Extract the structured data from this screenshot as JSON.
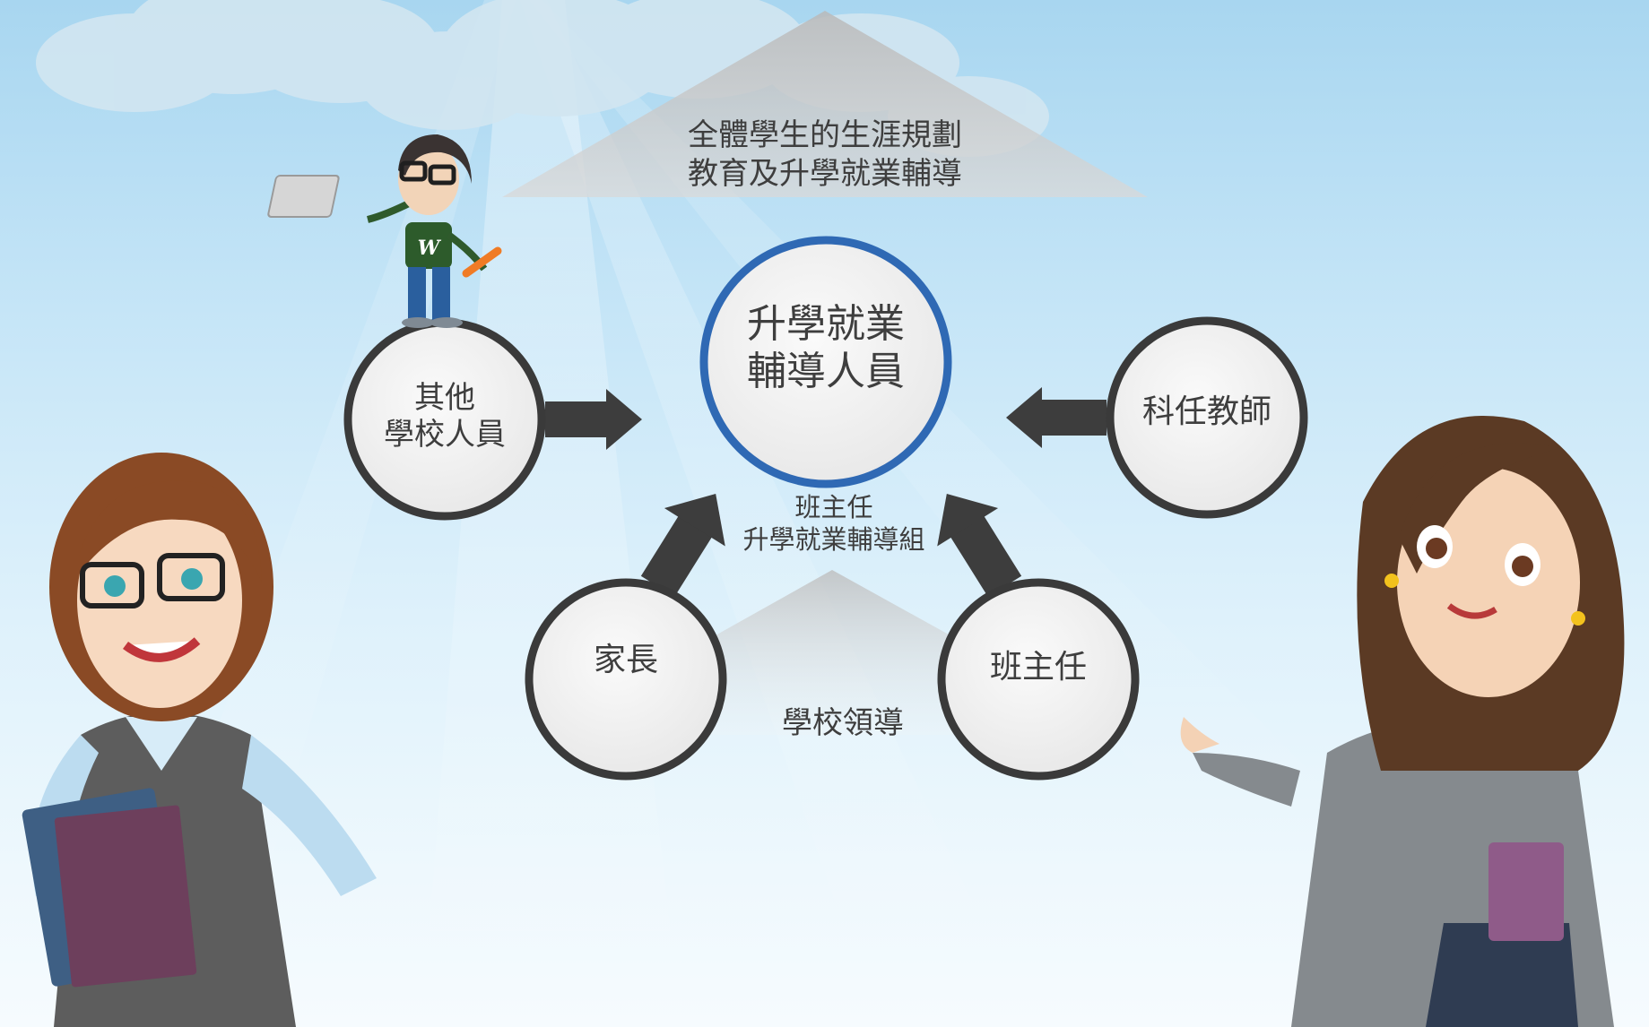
{
  "diagram": {
    "top_goal": "全體學生的生涯規劃\n教育及升學就業輔導",
    "center_node": "升學就業\n輔導人員",
    "center_caption": "班主任\n升學就業輔導組",
    "bottom_base": "學校領導",
    "nodes": {
      "other_staff": "其他\n學校人員",
      "subject_teacher": "科任教師",
      "parents": "家長",
      "class_teacher": "班主任"
    }
  },
  "colors": {
    "center_ring": "#2f69b4",
    "node_ring": "#3a3a3a",
    "node_fill": "#f1f1f1",
    "arrow": "#3d3d3d",
    "text": "#3e3e3e"
  },
  "illustration": {
    "student_figure": "student-with-laptop",
    "teacher_left": "teacher-with-glasses-holding-book",
    "teacher_right": "teacher-presenting-with-books",
    "shirt_logo": "W"
  }
}
